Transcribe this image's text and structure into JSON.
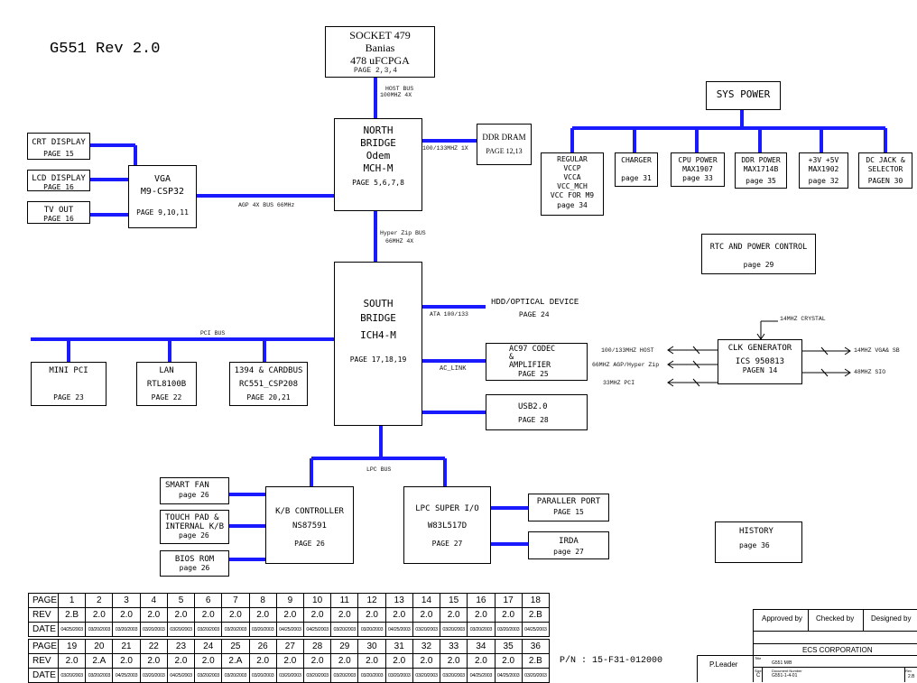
{
  "header": {
    "title": "G551 Rev 2.0"
  },
  "blocks": {
    "cpu": {
      "lines": [
        "SOCKET 479",
        "Banias",
        "478 uFCPGA"
      ],
      "page": "PAGE 2,3,4"
    },
    "north_bridge": {
      "lines": [
        "NORTH",
        "BRIDGE",
        "Odem",
        "MCH-M"
      ],
      "page": "PAGE 5,6,7,8"
    },
    "south_bridge": {
      "lines": [
        "SOUTH",
        "BRIDGE",
        "ICH4-M"
      ],
      "page": "PAGE 17,18,19"
    },
    "vga": {
      "lines": [
        "VGA",
        "M9-CSP32"
      ],
      "page": "PAGE 9,10,11"
    },
    "crt": {
      "label": "CRT DISPLAY",
      "page": "PAGE 15"
    },
    "lcd": {
      "label": "LCD DISPLAY",
      "page": "PAGE 16"
    },
    "tv": {
      "label": "TV OUT",
      "page": "PAGE 16"
    },
    "ddr": {
      "label": "DDR DRAM",
      "page": "PAGE 12,13"
    },
    "sys_power": {
      "label": "SYS POWER"
    },
    "regular": {
      "lines": [
        "REGULAR",
        "VCCP",
        "VCCA",
        "VCC_MCH",
        "VCC FOR M9"
      ],
      "page": "page 34"
    },
    "charger": {
      "label": "CHARGER",
      "page": "page 31"
    },
    "cpu_power": {
      "lines": [
        "CPU POWER",
        "MAX1907"
      ],
      "page": "page 33"
    },
    "ddr_power": {
      "lines": [
        "DDR POWER",
        "MAX1714B"
      ],
      "page": "page 35"
    },
    "v3v5": {
      "lines": [
        "+3V +5V",
        "MAX1902"
      ],
      "page": "page 32"
    },
    "dc_jack": {
      "lines": [
        "DC JACK &",
        "SELECTOR"
      ],
      "page": "PAGEN 30"
    },
    "rtc": {
      "label": "RTC AND POWER CONTROL",
      "page": "page 29"
    },
    "hdd": {
      "label": "HDD/OPTICAL DEVICE",
      "page": "PAGE 24"
    },
    "ac97": {
      "lines": [
        "AC97 CODEC",
        "&",
        "AMPLIFIER"
      ],
      "page": "PAGE 25"
    },
    "usb": {
      "label": "USB2.0",
      "page": "PAGE 28"
    },
    "clk": {
      "lines": [
        "CLK GENERATOR",
        "ICS 950813"
      ],
      "page": "PAGEN 14"
    },
    "mini_pci": {
      "label": "MINI PCI",
      "page": "PAGE 23"
    },
    "lan": {
      "lines": [
        "LAN",
        "RTL8100B"
      ],
      "page": "PAGE 22"
    },
    "cardbus": {
      "lines": [
        "1394 & CARDBUS",
        "RC551_CSP208"
      ],
      "page": "PAGE 20,21"
    },
    "smart_fan": {
      "label": "SMART FAN",
      "page": "page 26"
    },
    "touchpad": {
      "lines": [
        "TOUCH PAD &",
        "INTERNAL K/B"
      ],
      "page": "page 26"
    },
    "bios": {
      "label": "BIOS ROM",
      "page": "page 26"
    },
    "kbc": {
      "lines": [
        "K/B CONTROLLER",
        "NS87591"
      ],
      "page": "PAGE 26"
    },
    "lpc_sio": {
      "lines": [
        "LPC SUPER I/O",
        "W83L517D"
      ],
      "page": "PAGE 27"
    },
    "parallel": {
      "label": "PARALLER PORT",
      "page": "PAGE 15"
    },
    "irda": {
      "label": "IRDA",
      "page": "page 27"
    },
    "history": {
      "label": "HISTORY",
      "page": "page 36"
    }
  },
  "bus_labels": {
    "host_bus": [
      "HOST BUS",
      "100MHZ   4X"
    ],
    "ddr_bus": "100/133MHZ   1X",
    "agp": "AGP 4X BUS  66MHz",
    "hyper_zip": [
      "Hyper Zip BUS",
      "66MHZ   4X"
    ],
    "pci_bus": "PCI BUS",
    "ata": "ATA 100/133",
    "ac_link": "AC_LINK",
    "lpc_bus": "LPC BUS",
    "crystal": "14MHZ CRYSTAL",
    "clk_in_1": "100/133MHZ   HOST",
    "clk_in_2": "66MHZ   AGP/Hyper Zip",
    "clk_in_3": "33MHZ PCI",
    "clk_out_1": "14MHZ   VGA& SB",
    "clk_out_2": "48MHZ   SIO"
  },
  "revision_table": {
    "rows1": {
      "page": [
        "PAGE",
        "1",
        "2",
        "3",
        "4",
        "5",
        "6",
        "7",
        "8",
        "9",
        "10",
        "11",
        "12",
        "13",
        "14",
        "15",
        "16",
        "17",
        "18"
      ],
      "rev": [
        "REV",
        "2.B",
        "2.0",
        "2.0",
        "2.0",
        "2.0",
        "2.0",
        "2.0",
        "2.0",
        "2.0",
        "2.0",
        "2.0",
        "2.0",
        "2.0",
        "2.0",
        "2.0",
        "2.0",
        "2.0",
        "2.B"
      ],
      "date": [
        "DATE",
        "04/25/2003",
        "03/20/2003",
        "03/20/2003",
        "03/20/2003",
        "03/20/2003",
        "03/20/2003",
        "03/20/2003",
        "03/20/2003",
        "04/25/2003",
        "04/25/2003",
        "03/20/2003",
        "03/20/2003",
        "04/25/2003",
        "03/20/2003",
        "03/20/2003",
        "03/20/2003",
        "03/20/2003",
        "04/25/2003"
      ]
    },
    "rows2": {
      "page": [
        "PAGE",
        "19",
        "20",
        "21",
        "22",
        "23",
        "24",
        "25",
        "26",
        "27",
        "28",
        "29",
        "30",
        "31",
        "32",
        "33",
        "34",
        "35",
        "36"
      ],
      "rev": [
        "REV",
        "2.0",
        "2.A",
        "2.0",
        "2.0",
        "2.0",
        "2.0",
        "2.A",
        "2.0",
        "2.0",
        "2.0",
        "2.0",
        "2.0",
        "2.0",
        "2.0",
        "2.0",
        "2.0",
        "2.0",
        "2.B"
      ],
      "date": [
        "DATE",
        "03/20/2003",
        "03/20/2003",
        "04/25/2003",
        "03/20/2003",
        "04/25/2003",
        "03/20/2003",
        "03/20/2003",
        "03/20/2003",
        "03/20/2003",
        "03/20/2003",
        "03/20/2003",
        "03/20/2003",
        "03/20/2003",
        "03/20/2003",
        "03/20/2003",
        "04/25/2003",
        "04/25/2003",
        "03/20/2003"
      ]
    }
  },
  "part_number": "P/N : 15-F31-012000",
  "title_block": {
    "approved": "Approved by",
    "checked": "Checked by",
    "designed": "Designed by",
    "company": "ECS CORPORATION",
    "leader": "P.Leader",
    "title_lbl": "Title",
    "title_val": "G551 M/B",
    "size_lbl": "Size",
    "size_val": "C",
    "doc_lbl": "Document Number",
    "doc_val": "G551-1-4-01",
    "rev_lbl": "Rev",
    "rev_val": "2.B"
  },
  "colors": {
    "bus": "#1a1aff",
    "line": "#000000"
  }
}
